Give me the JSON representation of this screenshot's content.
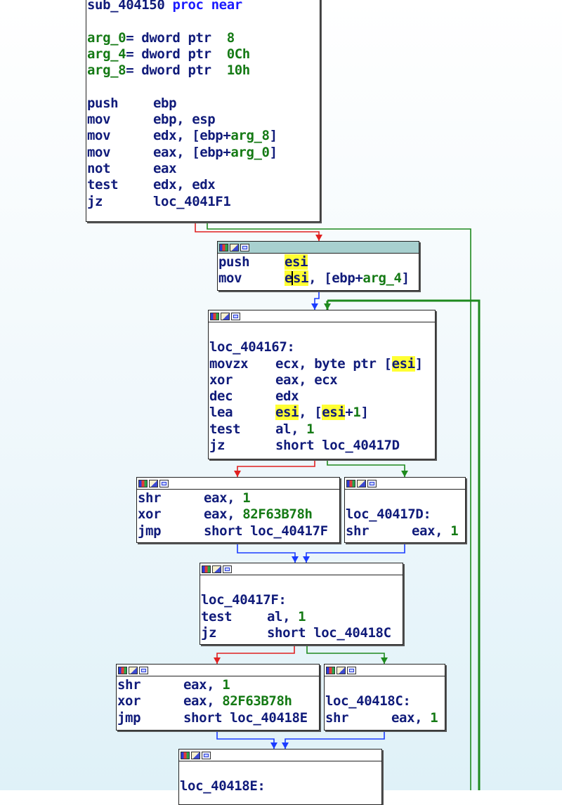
{
  "app": "IDA graph view",
  "colors": {
    "edge_true": "#1e8a1e",
    "edge_false": "#e02020",
    "edge_uncond": "#1a3cff",
    "loop_back": "#1e8a1e",
    "highlight": "#ffff33",
    "selected_header": "#a8d0cf"
  },
  "icons": [
    "color-palette-icon",
    "edit-node-icon",
    "graph-overview-icon"
  ],
  "blocks": [
    {
      "id": "sub_404150",
      "name": "node-sub-404150",
      "header": false,
      "lines": [
        [
          {
            "t": "sub_404150 ",
            "c": "plain"
          },
          {
            "t": "proc near",
            "c": "kw"
          }
        ],
        [],
        [
          {
            "t": "arg_0",
            "c": "arg"
          },
          {
            "t": "= dword ptr  ",
            "c": "plain"
          },
          {
            "t": "8",
            "c": "num"
          }
        ],
        [
          {
            "t": "arg_4",
            "c": "arg"
          },
          {
            "t": "= dword ptr  ",
            "c": "plain"
          },
          {
            "t": "0Ch",
            "c": "num"
          }
        ],
        [
          {
            "t": "arg_8",
            "c": "arg"
          },
          {
            "t": "= dword ptr  ",
            "c": "plain"
          },
          {
            "t": "10h",
            "c": "num"
          }
        ],
        [],
        [
          {
            "m": "push"
          },
          {
            "t": "ebp",
            "c": "plain"
          }
        ],
        [
          {
            "m": "mov"
          },
          {
            "t": "ebp, esp",
            "c": "plain"
          }
        ],
        [
          {
            "m": "mov"
          },
          {
            "t": "edx, [ebp+",
            "c": "plain"
          },
          {
            "t": "arg_8",
            "c": "arg"
          },
          {
            "t": "]",
            "c": "plain"
          }
        ],
        [
          {
            "m": "mov"
          },
          {
            "t": "eax, [ebp+",
            "c": "plain"
          },
          {
            "t": "arg_0",
            "c": "arg"
          },
          {
            "t": "]",
            "c": "plain"
          }
        ],
        [
          {
            "m": "not"
          },
          {
            "t": "eax",
            "c": "plain"
          }
        ],
        [
          {
            "m": "test"
          },
          {
            "t": "edx, edx",
            "c": "plain"
          }
        ],
        [
          {
            "m": "jz"
          },
          {
            "t": "loc_4041F1",
            "c": "plain"
          }
        ]
      ]
    },
    {
      "id": "blk_push_esi",
      "name": "node-push-esi",
      "header": true,
      "selected": true,
      "lines": [
        [
          {
            "m": "push"
          },
          {
            "t": "esi",
            "c": "hl"
          }
        ],
        [
          {
            "m": "mov"
          },
          {
            "t": "e",
            "c": "hl"
          },
          {
            "cursor": true
          },
          {
            "t": "si",
            "c": "hl"
          },
          {
            "t": ", [ebp+",
            "c": "plain"
          },
          {
            "t": "arg_4",
            "c": "arg"
          },
          {
            "t": "]",
            "c": "plain"
          }
        ]
      ]
    },
    {
      "id": "loc_404167",
      "name": "node-loc-404167",
      "header": true,
      "lines": [
        [],
        [
          {
            "t": "loc_404167:",
            "c": "plain"
          }
        ],
        [
          {
            "m": "movzx"
          },
          {
            "t": "ecx, byte ptr [",
            "c": "plain"
          },
          {
            "t": "esi",
            "c": "hl"
          },
          {
            "t": "]",
            "c": "plain"
          }
        ],
        [
          {
            "m": "xor"
          },
          {
            "t": "eax, ecx",
            "c": "plain"
          }
        ],
        [
          {
            "m": "dec"
          },
          {
            "t": "edx",
            "c": "plain"
          }
        ],
        [
          {
            "m": "lea"
          },
          {
            "t": "esi",
            "c": "hl"
          },
          {
            "t": ", [",
            "c": "plain"
          },
          {
            "t": "esi",
            "c": "hl"
          },
          {
            "t": "+",
            "c": "plain"
          },
          {
            "t": "1",
            "c": "num"
          },
          {
            "t": "]",
            "c": "plain"
          }
        ],
        [
          {
            "m": "test"
          },
          {
            "t": "al, ",
            "c": "plain"
          },
          {
            "t": "1",
            "c": "num"
          }
        ],
        [
          {
            "m": "jz"
          },
          {
            "t": "short loc_40417D",
            "c": "plain"
          }
        ]
      ]
    },
    {
      "id": "blk_shr_xor_1",
      "name": "node-shr-xor-jmp-40417f",
      "header": true,
      "lines": [
        [
          {
            "m": "shr"
          },
          {
            "t": "eax, ",
            "c": "plain"
          },
          {
            "t": "1",
            "c": "num"
          }
        ],
        [
          {
            "m": "xor"
          },
          {
            "t": "eax, ",
            "c": "plain"
          },
          {
            "t": "82F63B78h",
            "c": "num"
          }
        ],
        [
          {
            "m": "jmp"
          },
          {
            "t": "short loc_40417F",
            "c": "plain"
          }
        ]
      ]
    },
    {
      "id": "loc_40417D",
      "name": "node-loc-40417d",
      "header": true,
      "lines": [
        [],
        [
          {
            "t": "loc_40417D:",
            "c": "plain"
          }
        ],
        [
          {
            "m": "shr"
          },
          {
            "t": "eax, ",
            "c": "plain"
          },
          {
            "t": "1",
            "c": "num"
          }
        ]
      ]
    },
    {
      "id": "loc_40417F",
      "name": "node-loc-40417f",
      "header": true,
      "lines": [
        [],
        [
          {
            "t": "loc_40417F:",
            "c": "plain"
          }
        ],
        [
          {
            "m": "test"
          },
          {
            "t": "al, ",
            "c": "plain"
          },
          {
            "t": "1",
            "c": "num"
          }
        ],
        [
          {
            "m": "jz"
          },
          {
            "t": "short loc_40418C",
            "c": "plain"
          }
        ]
      ]
    },
    {
      "id": "blk_shr_xor_2",
      "name": "node-shr-xor-jmp-40418e",
      "header": true,
      "lines": [
        [
          {
            "m": "shr"
          },
          {
            "t": "eax, ",
            "c": "plain"
          },
          {
            "t": "1",
            "c": "num"
          }
        ],
        [
          {
            "m": "xor"
          },
          {
            "t": "eax, ",
            "c": "plain"
          },
          {
            "t": "82F63B78h",
            "c": "num"
          }
        ],
        [
          {
            "m": "jmp"
          },
          {
            "t": "short loc_40418E",
            "c": "plain"
          }
        ]
      ]
    },
    {
      "id": "loc_40418C",
      "name": "node-loc-40418c",
      "header": true,
      "lines": [
        [],
        [
          {
            "t": "loc_40418C:",
            "c": "plain"
          }
        ],
        [
          {
            "m": "shr"
          },
          {
            "t": "eax, ",
            "c": "plain"
          },
          {
            "t": "1",
            "c": "num"
          }
        ]
      ]
    },
    {
      "id": "loc_40418E",
      "name": "node-loc-40418e",
      "header": true,
      "lines": [
        [],
        [
          {
            "t": "loc_40418E:",
            "c": "plain"
          }
        ]
      ]
    }
  ]
}
